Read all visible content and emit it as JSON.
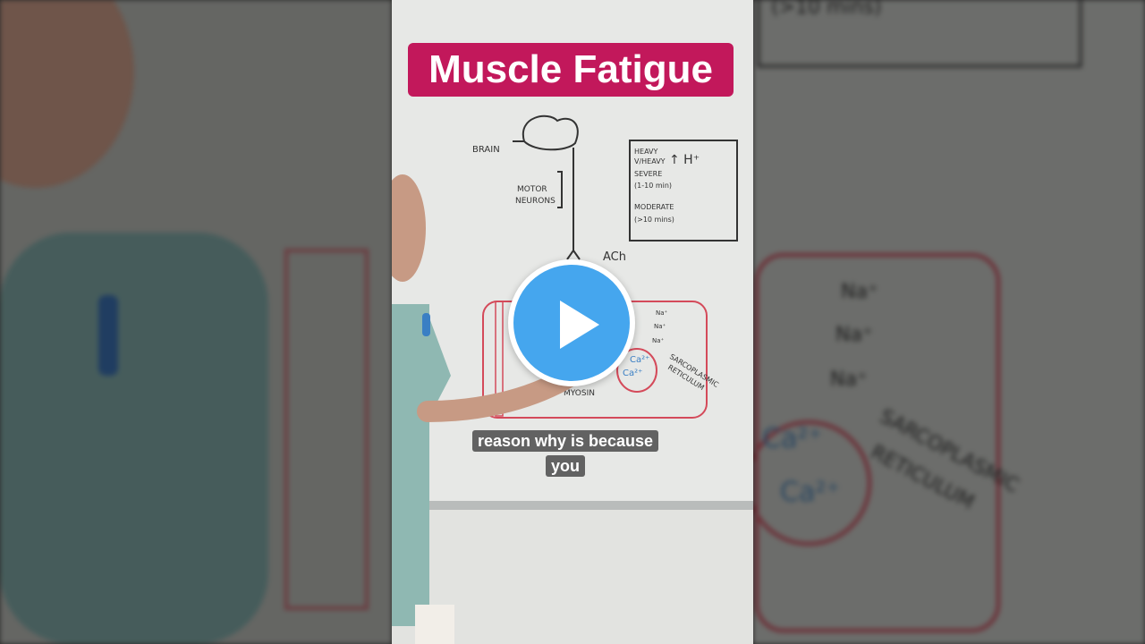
{
  "video": {
    "title": "Muscle Fatigue",
    "caption_line1": "reason why is because",
    "caption_line2": "you"
  },
  "whiteboard": {
    "brain_label": "BRAIN",
    "motor_label_1": "MOTOR",
    "motor_label_2": "NEURONS",
    "ach_label": "ACh",
    "box_line1": "HEAVY",
    "box_line2": "V/HEAVY",
    "box_line3": "SEVERE",
    "box_line4": "(1-10 min)",
    "box_line5": "MODERATE",
    "box_line6": "(>10 mins)",
    "hplus": "↑ H⁺",
    "na": "Na⁺",
    "ca1": "Ca²⁺",
    "ca2": "Ca²⁺",
    "sr_label_1": "SARCOPLASMIC",
    "sr_label_2": "RETICULUM",
    "myosin": "MYOSIN",
    "side_right_top": "(>10 mins)",
    "side_right_na": "Na⁺",
    "side_right_ca": "Ca²⁺",
    "side_right_sr_1": "SARCOPLASMIC",
    "side_right_sr_2": "RETICULUM"
  },
  "colors": {
    "title_bg": "#c2185b",
    "play_bg": "#45a6ee",
    "marker_red": "#d44a5a",
    "marker_blue": "#3a7fc4"
  },
  "icons": {
    "play": "play-icon"
  }
}
